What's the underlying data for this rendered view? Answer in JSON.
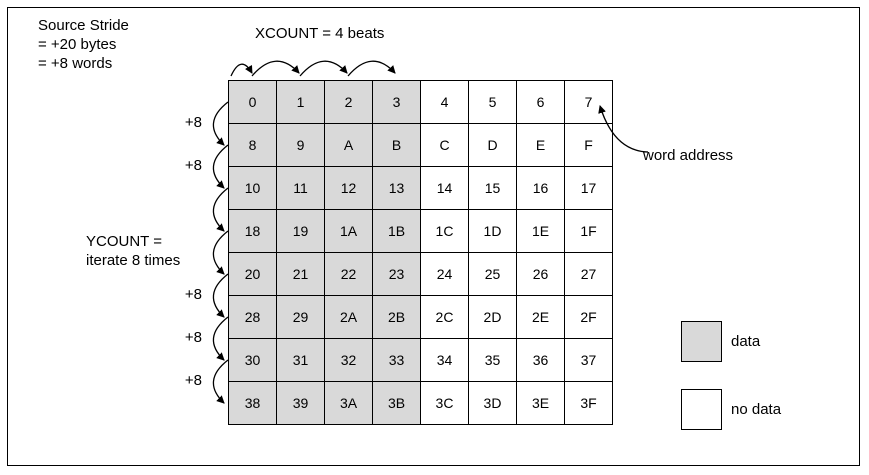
{
  "diagram": {
    "source_stride_lines": [
      "Source Stride",
      "= +20 bytes",
      "= +8 words"
    ],
    "xcount_label": "XCOUNT = 4 beats",
    "ycount_lines": [
      "YCOUNT =",
      "iterate 8 times"
    ],
    "stride_step_label": "+8",
    "word_address_label": "word address",
    "legend": [
      {
        "label": "data",
        "fill": "#d9d9d9"
      },
      {
        "label": "no data",
        "fill": "#ffffff"
      }
    ],
    "grid": {
      "shaded_columns": 4,
      "rows": [
        [
          "0",
          "1",
          "2",
          "3",
          "4",
          "5",
          "6",
          "7"
        ],
        [
          "8",
          "9",
          "A",
          "B",
          "C",
          "D",
          "E",
          "F"
        ],
        [
          "10",
          "11",
          "12",
          "13",
          "14",
          "15",
          "16",
          "17"
        ],
        [
          "18",
          "19",
          "1A",
          "1B",
          "1C",
          "1D",
          "1E",
          "1F"
        ],
        [
          "20",
          "21",
          "22",
          "23",
          "24",
          "25",
          "26",
          "27"
        ],
        [
          "28",
          "29",
          "2A",
          "2B",
          "2C",
          "2D",
          "2E",
          "2F"
        ],
        [
          "30",
          "31",
          "32",
          "33",
          "34",
          "35",
          "36",
          "37"
        ],
        [
          "38",
          "39",
          "3A",
          "3B",
          "3C",
          "3D",
          "3E",
          "3F"
        ]
      ]
    },
    "colors": {
      "data_fill": "#d9d9d9",
      "no_data_fill": "#ffffff",
      "line": "#000000"
    }
  }
}
